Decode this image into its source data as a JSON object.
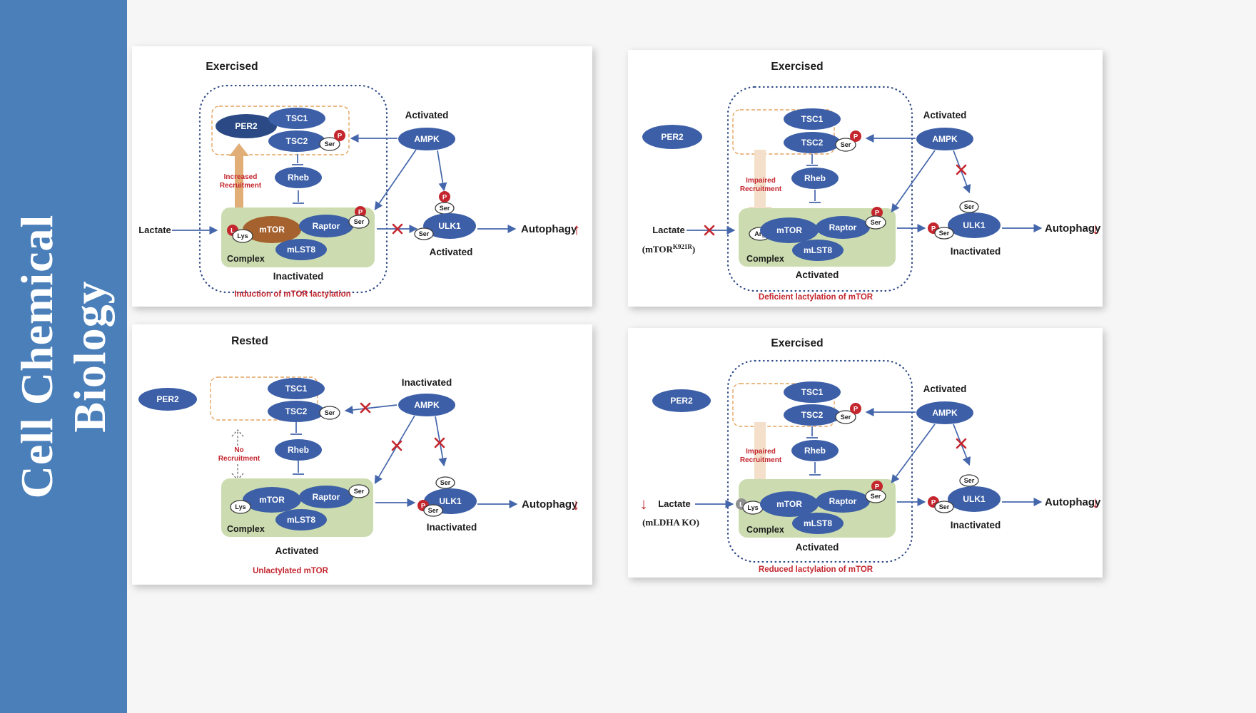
{
  "journal": {
    "line1": "Cell Chemical",
    "line2": "Biology"
  },
  "colors": {
    "banner_blue": "#4a7fba",
    "node_blue": "#3c5fa7",
    "per2_dark_blue": "#2b4a85",
    "mtor_brown": "#a5622e",
    "complex_green": "#ccdcb0",
    "phospho_red": "#c4262e",
    "recruitment_tan": "#e2ae77",
    "boundary_blue": "#2e4a86"
  },
  "panels": [
    {
      "condition": "Exercised",
      "per2": "PER2",
      "tsc1": "TSC1",
      "tsc2": "TSC2",
      "tsc2_ser": "Ser",
      "tsc2_p": "P",
      "recruit1": "Increased",
      "recruit2": "Recruitment",
      "rheb": "Rheb",
      "lactate": "Lactate",
      "l_badge": "L",
      "lys": "Lys",
      "mtor": "mTOR",
      "raptor": "Raptor",
      "mlst8": "mLST8",
      "complex_ser": "Ser",
      "complex_p": "P",
      "complex": "Complex",
      "complex_state": "Inactivated",
      "ampk_state": "Activated",
      "ampk": "AMPK",
      "ulk1": "ULK1",
      "ulk1_p_top": "P",
      "ulk1_ser_top": "Ser",
      "ulk1_ser_left": "Ser",
      "ulk1_state": "Activated",
      "autophagy": "Autophagy",
      "autophagy_arrow": "↑",
      "caption": "Induction of mTOR lactylation"
    },
    {
      "condition": "Exercised",
      "per2": "PER2",
      "tsc1": "TSC1",
      "tsc2": "TSC2",
      "tsc2_ser": "Ser",
      "tsc2_p": "P",
      "recruit1": "Impaired",
      "recruit2": "Recruitment",
      "rheb": "Rheb",
      "lactate": "Lactate",
      "note_pre": "(mTOR",
      "note_sup": "K921R",
      "note_post": ")",
      "arg": "Arg",
      "mtor": "mTOR",
      "raptor": "Raptor",
      "mlst8": "mLST8",
      "complex_ser": "Ser",
      "complex_p": "P",
      "complex": "Complex",
      "complex_state": "Activated",
      "ampk_state": "Activated",
      "ampk": "AMPK",
      "ulk1": "ULK1",
      "ulk1_ser_top": "Ser",
      "ulk1_p_left": "P",
      "ulk1_ser_left": "Ser",
      "ulk1_state": "Inactivated",
      "autophagy": "Autophagy",
      "autophagy_arrow": "↓",
      "caption": "Deficient lactylation of mTOR"
    },
    {
      "condition": "Rested",
      "per2": "PER2",
      "tsc1": "TSC1",
      "tsc2": "TSC2",
      "tsc2_ser": "Ser",
      "recruit1": "No",
      "recruit2": "Recruitment",
      "rheb": "Rheb",
      "lys": "Lys",
      "mtor": "mTOR",
      "raptor": "Raptor",
      "mlst8": "mLST8",
      "complex_ser": "Ser",
      "complex": "Complex",
      "complex_state": "Activated",
      "ampk_state": "Inactivated",
      "ampk": "AMPK",
      "ulk1": "ULK1",
      "ulk1_ser_top": "Ser",
      "ulk1_p_left": "P",
      "ulk1_ser_left": "Ser",
      "ulk1_state": "Inactivated",
      "autophagy": "Autophagy",
      "autophagy_arrow": "↓",
      "caption": "Unlactylated mTOR"
    },
    {
      "condition": "Exercised",
      "per2": "PER2",
      "tsc1": "TSC1",
      "tsc2": "TSC2",
      "tsc2_ser": "Ser",
      "tsc2_p": "P",
      "recruit1": "Impaired",
      "recruit2": "Recruitment",
      "rheb": "Rheb",
      "lactate_arrow": "↓",
      "lactate": "Lactate",
      "note": "(mLDHA KO)",
      "l_badge": "L",
      "lys": "Lys",
      "mtor": "mTOR",
      "raptor": "Raptor",
      "mlst8": "mLST8",
      "complex_ser": "Ser",
      "complex_p": "P",
      "complex": "Complex",
      "complex_state": "Activated",
      "ampk_state": "Activated",
      "ampk": "AMPK",
      "ulk1": "ULK1",
      "ulk1_ser_top": "Ser",
      "ulk1_p_left": "P",
      "ulk1_ser_left": "Ser",
      "ulk1_state": "Inactivated",
      "autophagy": "Autophagy",
      "autophagy_arrow": "↓",
      "caption": "Reduced lactylation of mTOR"
    }
  ]
}
